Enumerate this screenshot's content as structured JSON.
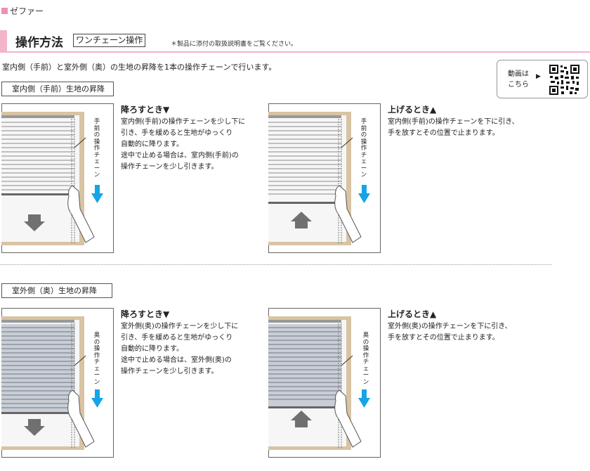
{
  "brand": "ゼファー",
  "header": {
    "title": "操作方法",
    "badge": "ワンチェーン操作",
    "note": "＊製品に添付の取扱説明書をご覧ください。"
  },
  "intro": "室内側（手前）と室外側（奥）の生地の昇降を1本の操作チェーンで行います。",
  "qr": {
    "label_line1": "動画は",
    "label_line2": "こちら",
    "arrow": "▶"
  },
  "colors": {
    "accent_pink": "#f4b4cc",
    "arrow_blue": "#16a4e6",
    "frame_beige": "#d8c3a4"
  },
  "sections": [
    {
      "heading": "室内側（手前）生地の昇降",
      "chain_label": "手前の操作チェーン",
      "lower": {
        "title": "降ろすとき▼",
        "lines": [
          "室内側(手前)の操作チェーンを少し下に",
          "引き、手を緩めると生地がゆっくり",
          "自動的に降ります。",
          "途中で止める場合は、室内側(手前)の",
          "操作チェーンを少し引きます。"
        ]
      },
      "raise": {
        "title": "上げるとき▲",
        "lines": [
          "室内側(手前)の操作チェーンを下に引き、",
          "手を放すとその位置で止まります。"
        ]
      }
    },
    {
      "heading": "室外側（奥）生地の昇降",
      "chain_label": "奥の操作チェーン",
      "lower": {
        "title": "降ろすとき▼",
        "lines": [
          "室外側(奥)の操作チェーンを少し下に",
          "引き、手を緩めると生地がゆっくり",
          "自動的に降ります。",
          "途中で止める場合は、室外側(奥)の",
          "操作チェーンを少し引きます。"
        ]
      },
      "raise": {
        "title": "上げるとき▲",
        "lines": [
          "室外側(奥)の操作チェーンを下に引き、",
          "手を放すとその位置で止まります。"
        ]
      }
    }
  ]
}
